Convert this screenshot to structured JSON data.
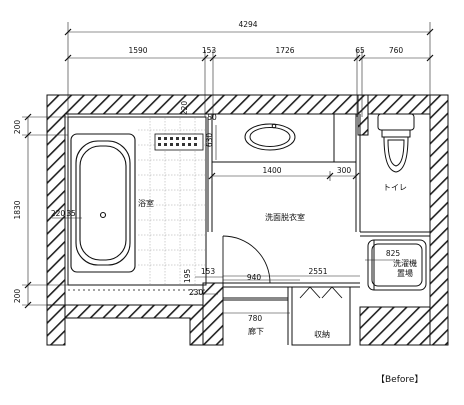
{
  "dimensions": {
    "overall_width": "4294",
    "bath_width": "1590",
    "gap_1": "153",
    "vanity_width": "1726",
    "gap_2": "65",
    "toilet_width": "760",
    "top_wall": "200",
    "bath_height": "1830",
    "bottom_wall": "200",
    "dim_220_top": "220",
    "dim_50": "50",
    "dim_630": "630",
    "dim_1400": "1400",
    "dim_300": "300",
    "dim_35": "35",
    "dim_220_left": "220",
    "dim_195": "195",
    "dim_153_lower": "153",
    "dim_230": "230",
    "dim_940": "940",
    "dim_2551": "2551",
    "dim_825": "825",
    "dim_780": "780"
  },
  "rooms": {
    "bathroom": "浴室",
    "washroom": "洗面脱衣室",
    "toilet": "トイレ",
    "washer_area_1": "洗濯機",
    "washer_area_2": "置場",
    "hallway": "廊下",
    "storage": "収納"
  },
  "caption": "【Before】"
}
